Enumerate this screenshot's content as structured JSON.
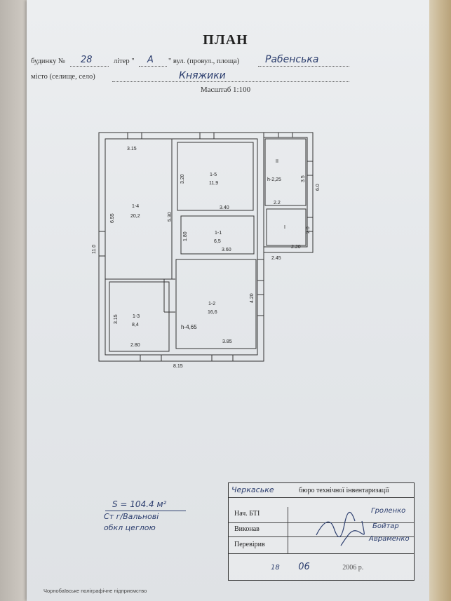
{
  "title": "ПЛАН",
  "header": {
    "building_label": "будинку №",
    "building_no": "28",
    "letter_label": "літер \"",
    "letter": "А",
    "street_label": "\" вул. (провул., площа)",
    "street": "Рабенська",
    "city_label": "місто (селище, село)",
    "city": "Княжики",
    "scale": "Масштаб 1:100"
  },
  "plan": {
    "rooms": [
      {
        "id": "1-4",
        "area": "20,2"
      },
      {
        "id": "1-5",
        "area": "11,9"
      },
      {
        "id": "1-1",
        "area": "6,5"
      },
      {
        "id": "1-2",
        "area": "16,6"
      },
      {
        "id": "1-3",
        "area": "8,4"
      },
      {
        "id": "II",
        "area": "h-2,25"
      },
      {
        "id": "I",
        "area": ""
      }
    ],
    "dims": {
      "d315_top": "3.15",
      "d320": "3.20",
      "d340": "3.40",
      "d35": "3.5",
      "d60": "6.0",
      "d22": "2.2",
      "d655": "6.55",
      "d530": "5.30",
      "d180": "1.80",
      "d360": "3.60",
      "d20": "2.0",
      "d220": "2.20",
      "d110": "11.0",
      "d245": "2.45",
      "d420": "4.20",
      "d315_left": "3.15",
      "d280": "2.80",
      "d385": "3.85",
      "d815": "8.15"
    },
    "height_note": "h-4,65"
  },
  "notes": {
    "area": "S = 104.4 м²",
    "walls_line1": "Ст г/Вальнові",
    "walls_line2": "обкл цеглою"
  },
  "stamp": {
    "org": "Черкаське",
    "org_rest": "бюро технічної інвентаризації",
    "head_label": "Нач. БТІ",
    "head_name": "Гроленко",
    "executor_label": "Виконав",
    "executor_name": "Бойтар",
    "checked_label": "Перевірив",
    "checked_name": "Авраменко",
    "date_day": "18",
    "date_month": "06",
    "date_year": "2006 р."
  },
  "footer": "Чорнобаївське поліграфічне підприємство"
}
